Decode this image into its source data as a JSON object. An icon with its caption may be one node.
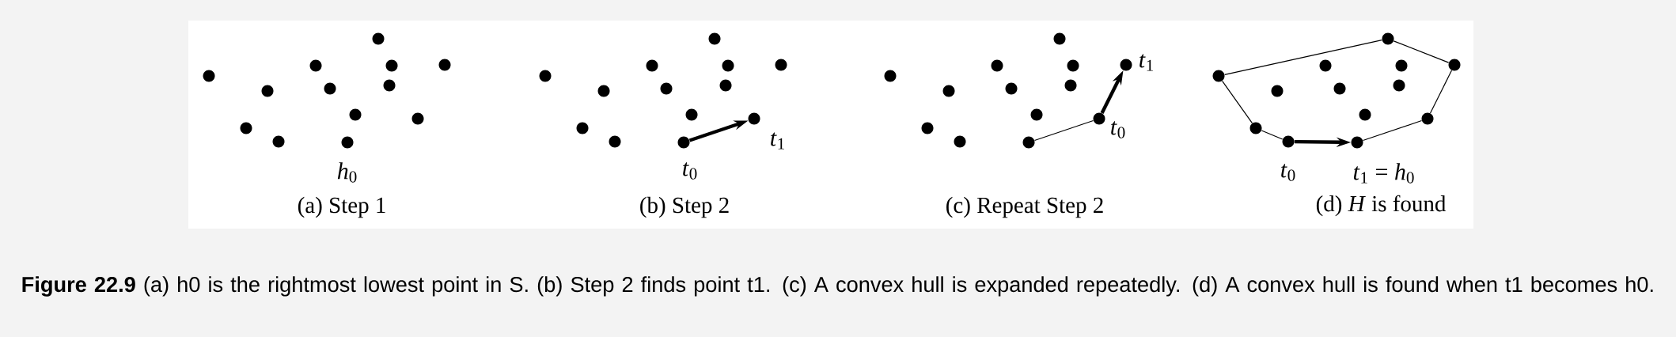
{
  "diagram": {
    "caption": "**Figure 22.9** (a) h0 is the rightmost lowest point in S. (b) Step 2 finds point t1. (c) A convex hull is expanded repeatedly. (d) A convex hull is found when t1 becomes h0.",
    "nodes": [
      {
        "text": [],
        "shape": "circle"
      },
      {
        "text": [],
        "shape": "circle"
      },
      {
        "text": [],
        "shape": "circle"
      },
      {
        "text": [],
        "shape": "circle"
      },
      {
        "text": [],
        "shape": "circle"
      },
      {
        "text": [],
        "shape": "circle"
      },
      {
        "text": [],
        "shape": "circle",
        "beside": [
          "*h*$_{0}$"
        ]
      },
      {
        "text": [],
        "shape": "circle"
      },
      {
        "text": [],
        "shape": "circle"
      },
      {
        "text": [],
        "shape": "circle"
      },
      {
        "text": [],
        "shape": "circle"
      },
      {
        "text": [],
        "shape": "circle"
      },
      {
        "text": [],
        "shape": "circle"
      },
      {
        "text": [],
        "shape": "circle"
      },
      {
        "text": [],
        "shape": "circle"
      },
      {
        "text": [],
        "shape": "circle"
      },
      {
        "text": [],
        "shape": "circle"
      },
      {
        "text": [],
        "shape": "circle"
      },
      {
        "text": [],
        "shape": "circle"
      },
      {
        "text": [],
        "shape": "circle",
        "beside": [
          "*t*$_{0}$"
        ]
      },
      {
        "text": [],
        "shape": "circle"
      },
      {
        "text": [],
        "shape": "circle"
      },
      {
        "text": [],
        "shape": "circle"
      },
      {
        "text": [],
        "shape": "circle"
      },
      {
        "text": [],
        "shape": "circle",
        "beside": [
          "*t*$_{1}$"
        ]
      },
      {
        "text": [],
        "shape": "circle"
      },
      {
        "text": [],
        "shape": "circle"
      },
      {
        "text": [],
        "shape": "circle"
      },
      {
        "text": [],
        "shape": "circle"
      },
      {
        "text": [],
        "shape": "circle"
      },
      {
        "text": [],
        "shape": "circle"
      },
      {
        "text": [],
        "shape": "circle"
      },
      {
        "text": [],
        "shape": "circle"
      },
      {
        "text": [],
        "shape": "circle"
      },
      {
        "text": [],
        "shape": "circle"
      },
      {
        "text": [],
        "shape": "circle"
      },
      {
        "text": [],
        "shape": "circle"
      },
      {
        "text": [],
        "shape": "circle",
        "beside": [
          "*t*$_{0}$"
        ]
      },
      {
        "text": [],
        "shape": "circle",
        "beside": [
          "*t*$_{1}$"
        ]
      },
      {
        "text": [],
        "shape": "circle"
      },
      {
        "text": [],
        "shape": "circle"
      },
      {
        "text": [],
        "shape": "circle"
      },
      {
        "text": [],
        "shape": "circle",
        "beside": [
          "*t*$_{0}$"
        ]
      },
      {
        "text": [],
        "shape": "circle"
      },
      {
        "text": [],
        "shape": "circle"
      },
      {
        "text": [],
        "shape": "circle",
        "beside": [
          "*t*$_{1}$ = *h*$_{0}$"
        ]
      },
      {
        "text": [],
        "shape": "circle"
      },
      {
        "text": [],
        "shape": "circle"
      },
      {
        "text": [],
        "shape": "circle"
      },
      {
        "text": [],
        "shape": "circle"
      },
      {
        "text": [],
        "shape": "circle"
      },
      {
        "text": [],
        "shape": "circle"
      }
    ],
    "edges": [
      {
        "from": 19,
        "to": 24,
        "arrow": "to",
        "style": "thick"
      },
      {
        "from": 32,
        "to": 37,
        "arrow": "none"
      },
      {
        "from": 37,
        "to": 38,
        "arrow": "to",
        "style": "thick"
      },
      {
        "from": 39,
        "to": 47,
        "arrow": "none"
      },
      {
        "from": 47,
        "to": 51,
        "arrow": "none"
      },
      {
        "from": 51,
        "to": 50,
        "arrow": "none"
      },
      {
        "from": 50,
        "to": 45,
        "arrow": "none"
      },
      {
        "from": 42,
        "to": 45,
        "arrow": "to",
        "style": "thick"
      },
      {
        "from": 42,
        "to": 40,
        "arrow": "none"
      },
      {
        "from": 40,
        "to": 39,
        "arrow": "none"
      }
    ],
    "labels": [
      "(a) Step 1",
      "(b) Step 2",
      "(c) Repeat Step 2",
      "(d) *H* is found"
    ]
  }
}
